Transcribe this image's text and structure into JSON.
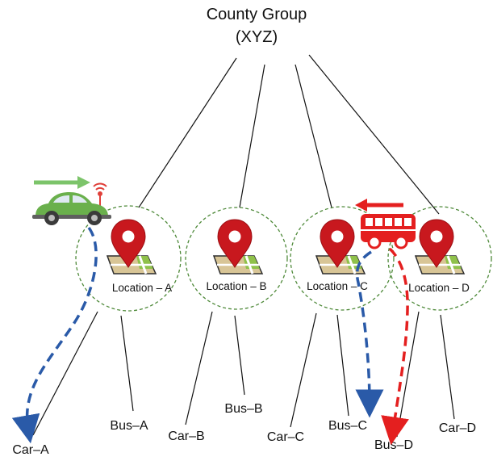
{
  "title": {
    "line1": "County Group",
    "line2": "(XYZ)"
  },
  "locations": [
    {
      "label": "Location – A"
    },
    {
      "label": "Location – B"
    },
    {
      "label": "Location – C"
    },
    {
      "label": "Location – D"
    }
  ],
  "leaves": {
    "car_a": "Car–A",
    "bus_a": "Bus–A",
    "car_b": "Car–B",
    "bus_b": "Bus–B",
    "car_c": "Car–C",
    "bus_c": "Bus–C",
    "car_d": "Car–D",
    "bus_d": "Bus–D"
  },
  "icons": [
    "location-pin-icon",
    "map-icon",
    "car-icon",
    "bus-icon",
    "wifi-signal-icon",
    "arrow-right-icon",
    "arrow-left-icon"
  ],
  "colors": {
    "pin": "#c8181e",
    "map_base": "#d8c596",
    "map_green": "#8fc14a",
    "car": "#6ab04c",
    "car_arrow": "#7cc46a",
    "bus": "#e41f1f",
    "dashed_circle": "#4f8a3a",
    "car_path": "#2a5aa8",
    "bus_path": "#e41f1f"
  }
}
